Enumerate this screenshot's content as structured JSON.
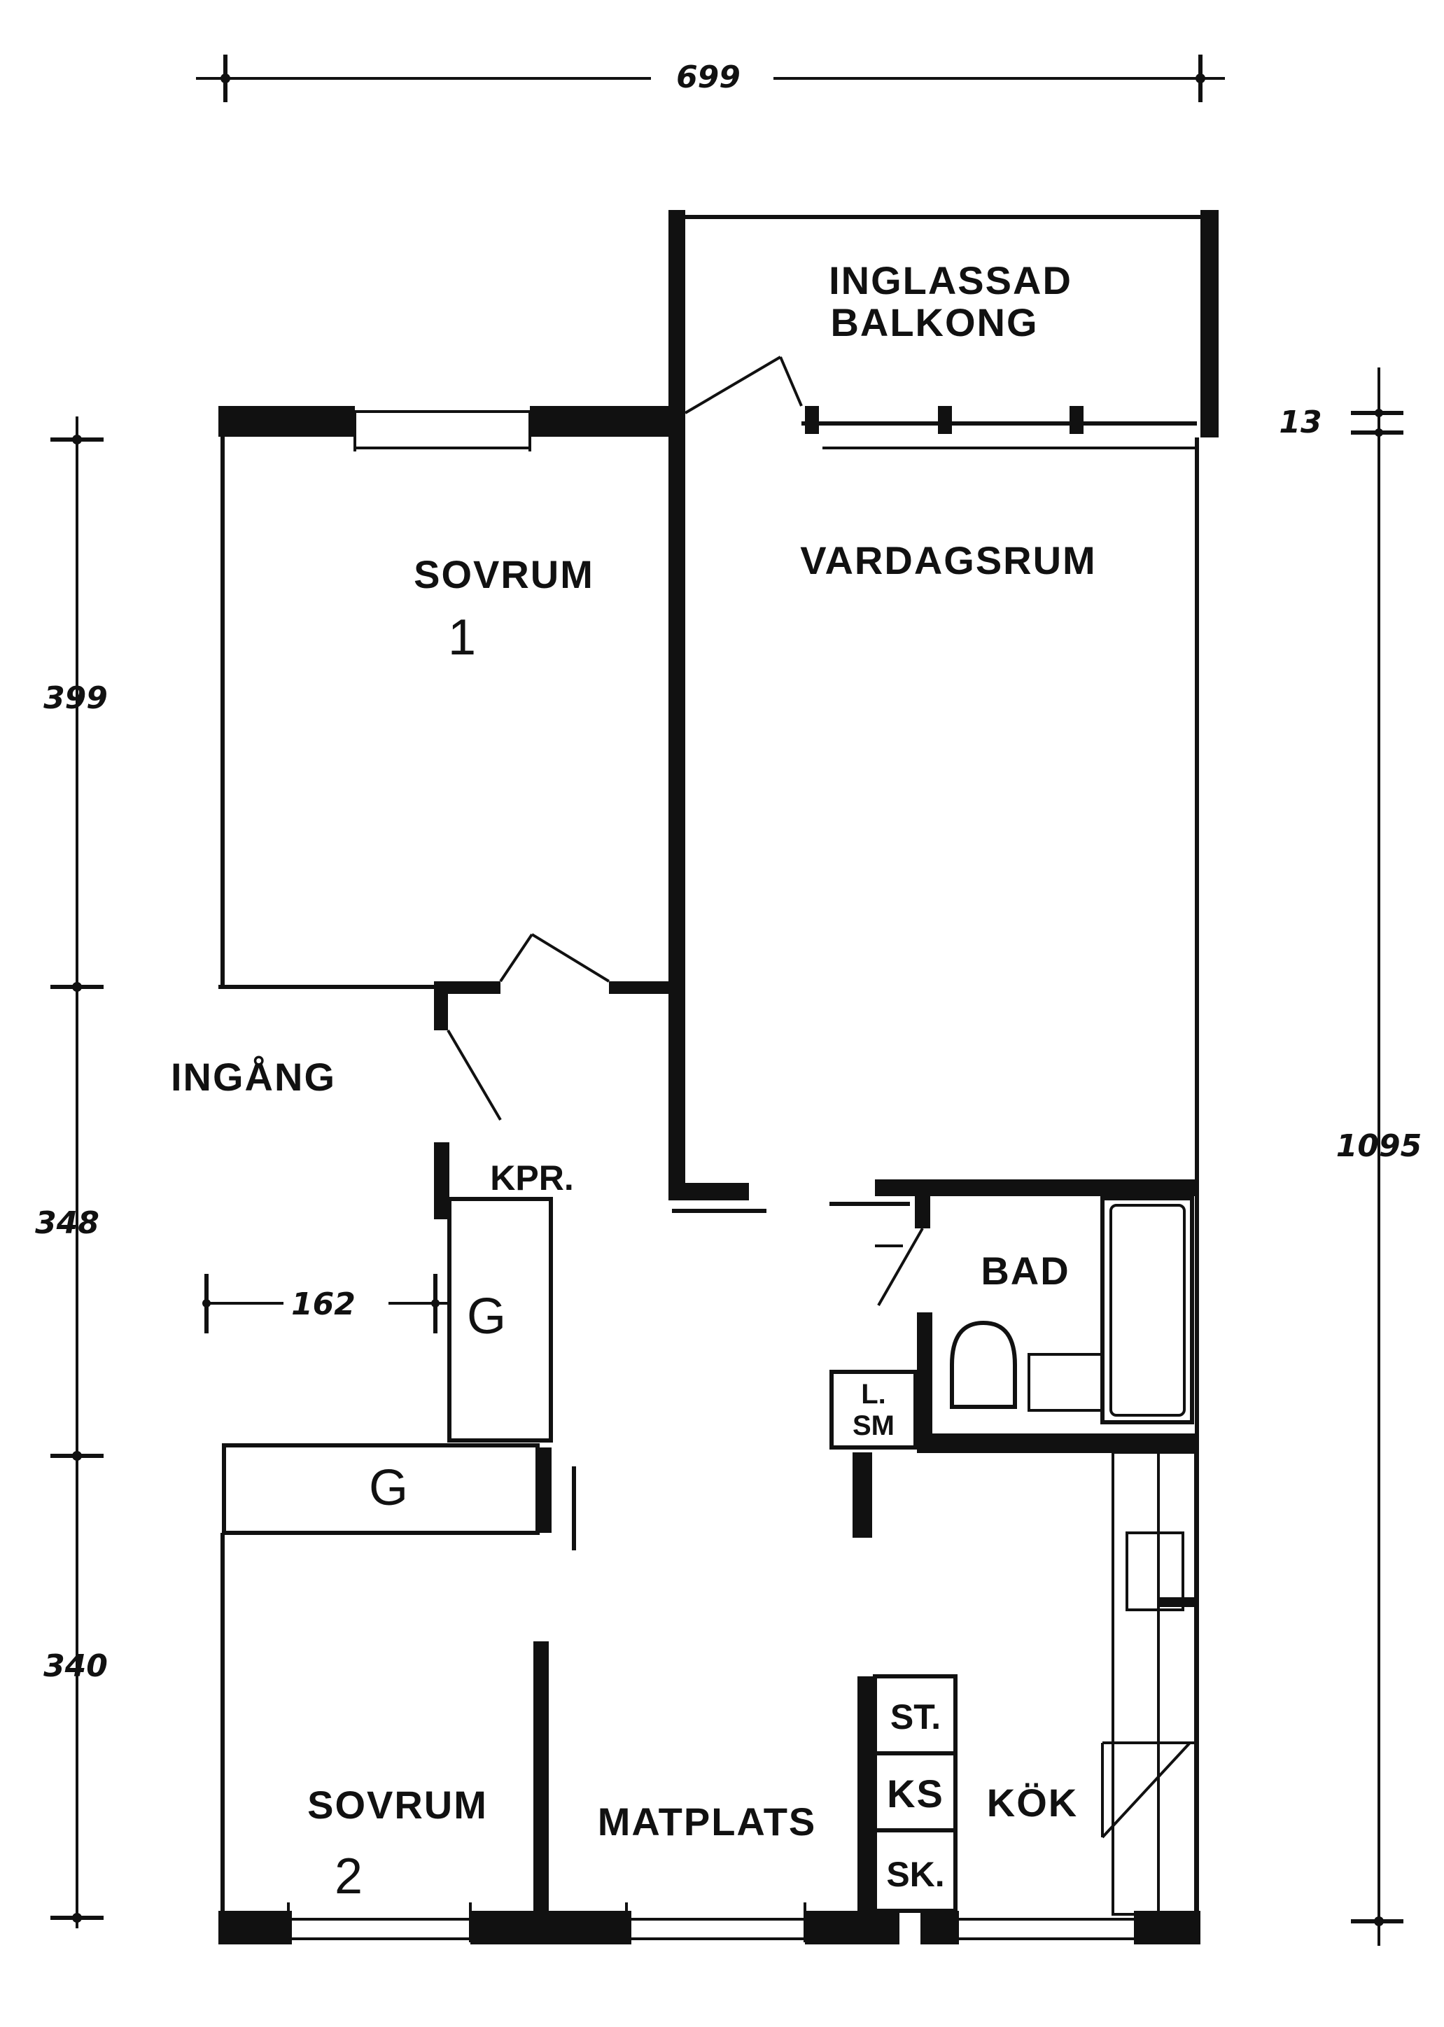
{
  "dimensions": {
    "top_width": "699",
    "left_upper": "399",
    "left_middle": "348",
    "left_lower": "340",
    "right_total": "1095",
    "right_small": "13",
    "inner_width": "162"
  },
  "rooms": {
    "balcony_line1": "INGLASSAD",
    "balcony_line2": "BALKONG",
    "bedroom1_name": "SOVRUM",
    "bedroom1_number": "1",
    "living_room": "VARDAGSRUM",
    "entrance": "INGÅNG",
    "closet": "KPR.",
    "bathroom": "BAD",
    "bedroom2_name": "SOVRUM",
    "bedroom2_number": "2",
    "dining": "MATPLATS",
    "kitchen": "KÖK"
  },
  "labels": {
    "wardrobe_upper": "G",
    "wardrobe_lower": "G",
    "linen_line1": "L.",
    "linen_line2": "SM",
    "stove": "ST.",
    "fridge": "KS",
    "cabinet": "SK."
  }
}
